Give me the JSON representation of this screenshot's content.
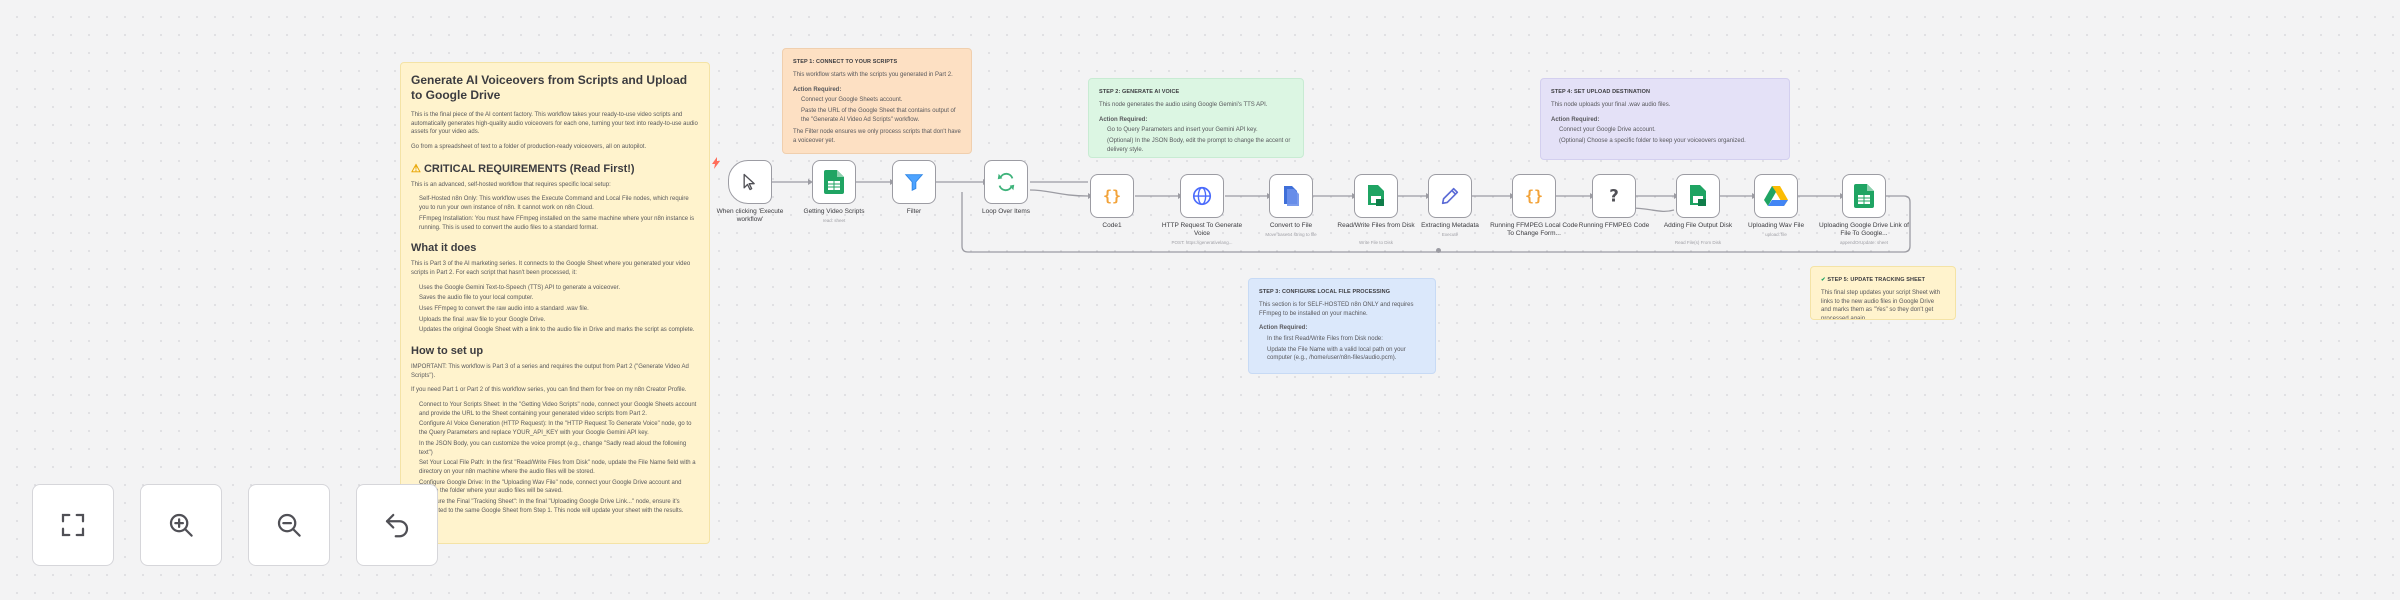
{
  "colors": {
    "canvas_bg": "#f3f3f4",
    "node_border": "#9c9ca3",
    "sheet_green": "#1fa463",
    "filter_blue": "#4da3ff",
    "loop_green": "#3fb37b",
    "code_orange": "#f2a33a",
    "http_blue": "#4b6bfb",
    "convert_blue": "#3f6fd9",
    "drive_yellow": "#fbbc04"
  },
  "sticky_main": {
    "title": "Generate AI Voiceovers from Scripts and Upload to Google Drive",
    "intro_1": "This is the final piece of the AI content factory. This workflow takes your ready-to-use video scripts and automatically generates high-quality audio voiceovers for each one, turning your text into ready-to-use audio assets for your video ads.",
    "intro_2": "Go from a spreadsheet of text to a folder of production-ready voiceovers, all on autopilot.",
    "critical_title": "CRITICAL REQUIREMENTS (Read First!)",
    "critical_intro": "This is an advanced, self-hosted workflow that requires specific local setup:",
    "critical_items": [
      "Self-Hosted n8n Only: This workflow uses the Execute Command and Local File nodes, which require you to run your own instance of n8n. It cannot work on n8n Cloud.",
      "FFmpeg Installation: You must have FFmpeg installed on the same machine where your n8n instance is running. This is used to convert the audio files to a standard format."
    ],
    "what_title": "What it does",
    "what_intro": "This is Part 3 of the AI marketing series. It connects to the Google Sheet where you generated your video scripts in Part 2. For each script that hasn't been processed, it:",
    "what_items": [
      "Uses the Google Gemini Text-to-Speech (TTS) API to generate a voiceover.",
      "Saves the audio file to your local computer.",
      "Uses FFmpeg to convert the raw audio into a standard .wav file.",
      "Uploads the final .wav file to your Google Drive.",
      "Updates the original Google Sheet with a link to the audio file in Drive and marks the script as complete."
    ],
    "setup_title": "How to set up",
    "setup_important": "IMPORTANT: This workflow is Part 3 of a series and requires the output from Part 2 (\"Generate Video Ad Scripts\").",
    "setup_note": "If you need Part 1 or Part 2 of this workflow series, you can find them for free on my n8n Creator Profile.",
    "setup_items": [
      "Connect to Your Scripts Sheet: In the \"Getting Video Scripts\" node, connect your Google Sheets account and provide the URL to the Sheet containing your generated video scripts from Part 2.",
      "Configure AI Voice Generation (HTTP Request): In the \"HTTP Request To Generate Voice\" node, go to the Query Parameters and replace YOUR_API_KEY with your Google Gemini API key.",
      "In the JSON Body, you can customize the voice prompt (e.g., change \"Sadly read aloud the following text\")",
      "Set Your Local File Path: In the first \"Read/Write Files from Disk\" node, update the File Name field with a directory on your n8n machine where the audio files will be stored.",
      "Configure Google Drive: In the \"Uploading Wav File\" node, connect your Google Drive account and choose the folder where your audio files will be saved.",
      "Configure the Final \"Tracking Sheet\": In the final \"Uploading Google Drive Link...\" node, ensure it's connected to the same Google Sheet from Step 1. This node will update your sheet with the results."
    ]
  },
  "sticky_step1": {
    "head": "STEP 1: CONNECT TO YOUR SCRIPTS",
    "p1": "This workflow starts with the scripts you generated in Part 2.",
    "action": "Action Required:",
    "items": [
      "Connect your Google Sheets account.",
      "Paste the URL of the Google Sheet that contains output of the \"Generate AI Video Ad Scripts\" workflow."
    ],
    "p2": "The Filter node ensures we only process scripts that don't have a voiceover yet."
  },
  "sticky_step2": {
    "head": "STEP 2: GENERATE AI VOICE",
    "p1": "This node generates the audio using Google Gemini's TTS API.",
    "action": "Action Required:",
    "items": [
      "Go to Query Parameters and insert your Gemini API key.",
      "(Optional) In the JSON Body, edit the prompt to change the accent or delivery style."
    ]
  },
  "sticky_step3": {
    "head": "STEP 3: CONFIGURE LOCAL FILE PROCESSING",
    "p1": "This section is for SELF-HOSTED n8n ONLY and requires FFmpeg to be installed on your machine.",
    "action": "Action Required:",
    "items": [
      "In the first Read/Write Files from Disk node:",
      "Update the File Name with a valid local path on your computer (e.g., /home/user/n8n-files/audio.pcm)."
    ]
  },
  "sticky_step4": {
    "head": "STEP 4: SET UPLOAD DESTINATION",
    "p1": "This node uploads your final .wav audio files.",
    "action": "Action Required:",
    "items": [
      "Connect your Google Drive account.",
      "(Optional) Choose a specific folder to keep your voiceovers organized."
    ]
  },
  "sticky_step5": {
    "head": "STEP 5: UPDATE TRACKING SHEET",
    "p1": "This final step updates your script Sheet with links to the new audio files in Google Drive and marks them as \"Yes\" so they don't get processed again."
  },
  "nodes": [
    {
      "id": "trigger",
      "label": "When clicking 'Execute workflow'",
      "sub": "",
      "icon": "cursor-icon"
    },
    {
      "id": "get-scripts",
      "label": "Getting Video Scripts",
      "sub": "read: sheet",
      "icon": "google-sheets-icon"
    },
    {
      "id": "filter",
      "label": "Filter",
      "sub": "",
      "icon": "filter-icon"
    },
    {
      "id": "loop",
      "label": "Loop Over Items",
      "sub": "",
      "icon": "loop-icon"
    },
    {
      "id": "code1",
      "label": "Code1",
      "sub": "",
      "icon": "code-icon"
    },
    {
      "id": "http",
      "label": "HTTP Request To Generate Voice",
      "sub": "POST: https://generativelang...",
      "icon": "globe-icon"
    },
    {
      "id": "convert",
      "label": "Convert to File",
      "sub": "Move base64 string to file",
      "icon": "convert-file-icon"
    },
    {
      "id": "readwrite1",
      "label": "Read/Write Files from Disk",
      "sub": "Write File to Disk",
      "icon": "file-disk-icon"
    },
    {
      "id": "exec",
      "label": "Extracting Metadata",
      "sub": "Execute",
      "icon": "pencil-icon"
    },
    {
      "id": "code2",
      "label": "Running FFMPEG Local Code To Change Form...",
      "sub": "",
      "icon": "code-icon"
    },
    {
      "id": "code3",
      "label": "Running FFMPEG Code",
      "sub": "",
      "icon": "question-icon"
    },
    {
      "id": "readwrite2",
      "label": "Adding File Output Disk",
      "sub": "Read File(s) From Disk",
      "icon": "file-disk-icon"
    },
    {
      "id": "drive",
      "label": "Uploading Wav File",
      "sub": "upload: file",
      "icon": "google-drive-icon"
    },
    {
      "id": "update-sheet",
      "label": "Uploading Google Drive Link of File To Google...",
      "sub": "appendOrUpdate: sheet",
      "icon": "google-sheets-icon"
    }
  ],
  "toolbar": [
    {
      "name": "fit-view-button",
      "icon": "fit-view-icon"
    },
    {
      "name": "zoom-in-button",
      "icon": "zoom-in-icon"
    },
    {
      "name": "zoom-out-button",
      "icon": "zoom-out-icon"
    },
    {
      "name": "undo-button",
      "icon": "undo-icon"
    }
  ]
}
